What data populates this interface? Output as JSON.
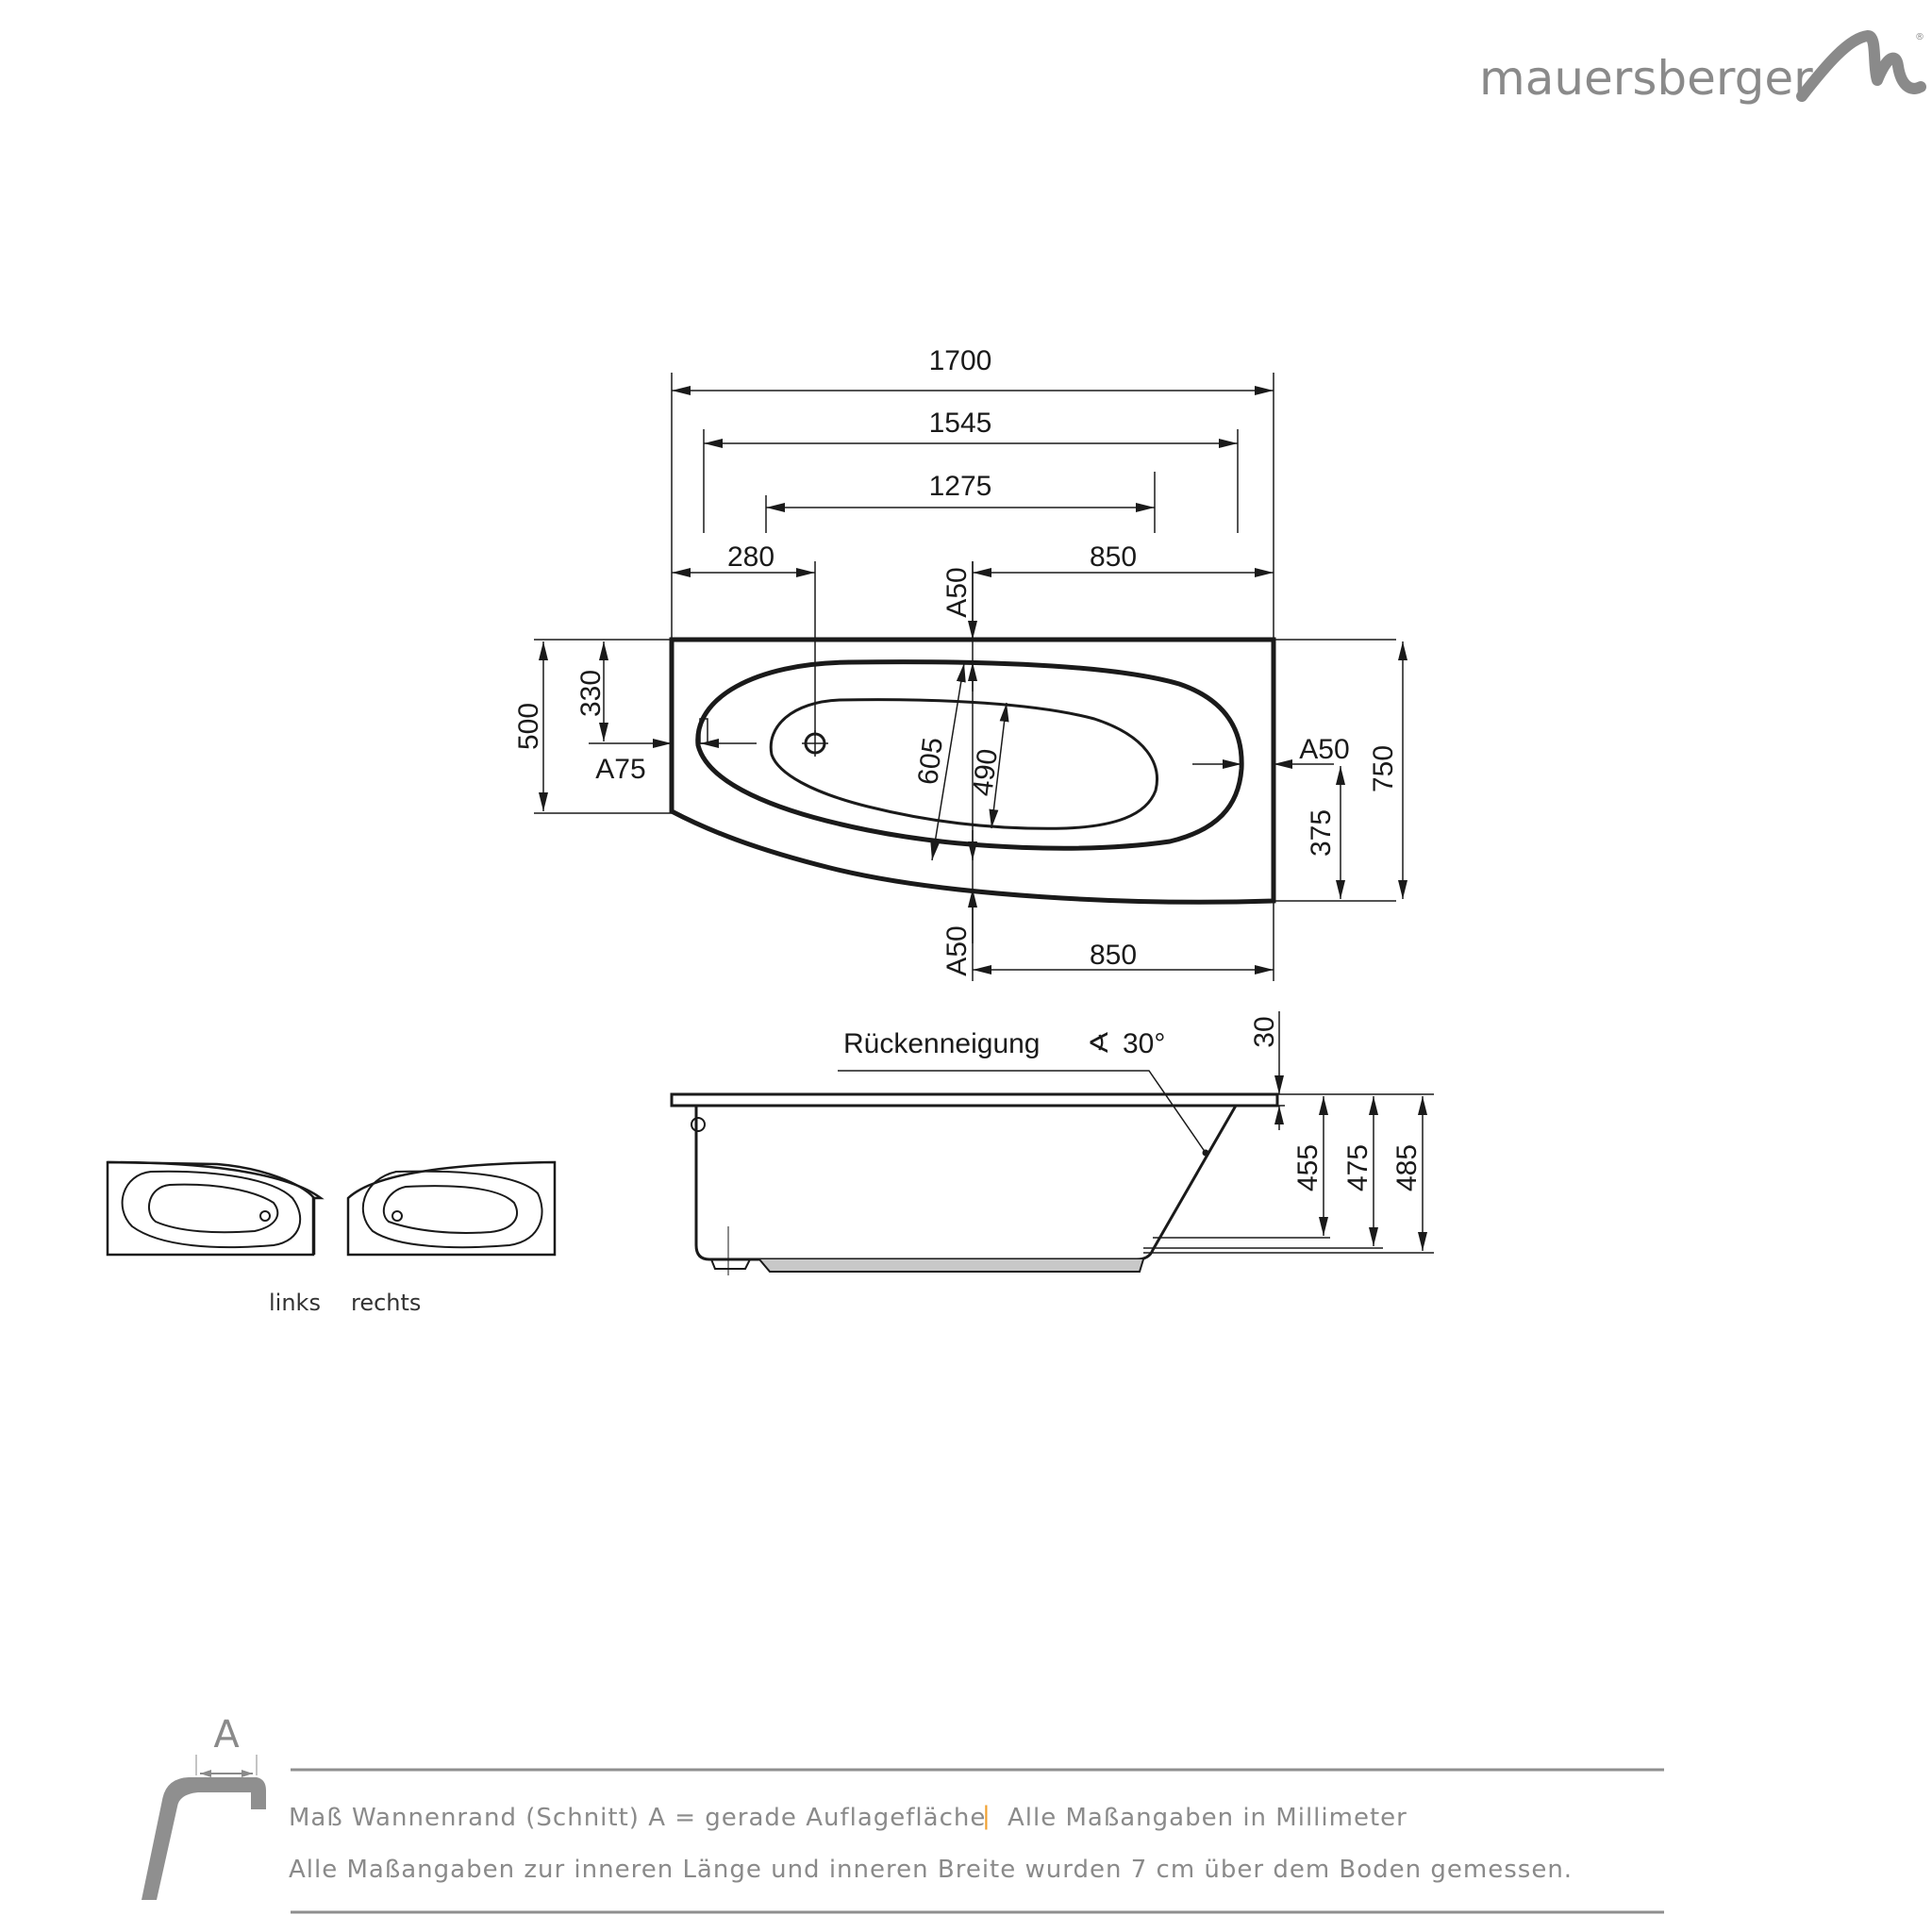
{
  "brand": {
    "name": "mauersberger",
    "registered": "®",
    "logo_color": "#8a8a8a"
  },
  "top_view": {
    "dimensions": {
      "overall_length": "1700",
      "inner_length_upper": "1545",
      "inner_length_base": "1275",
      "drain_offset": "280",
      "top_right_segment": "850",
      "bottom_right_segment": "850",
      "left_height": "500",
      "drain_height": "330",
      "right_half_height": "375",
      "overall_width": "750",
      "inner_width_upper": "605",
      "inner_width_base": "490"
    },
    "rim_labels": {
      "left": "A75",
      "right": "A50",
      "top": "A50",
      "bottom": "A50"
    }
  },
  "side_view": {
    "annotation": "Rückenneigung",
    "angle_symbol": "∢",
    "angle": "30°",
    "dimensions": {
      "rim_thickness": "30",
      "depth_inner": "455",
      "depth_mid": "475",
      "depth_total": "485"
    }
  },
  "variants": {
    "left_label": "links",
    "right_label": "rechts"
  },
  "legend": {
    "symbol_label": "A",
    "line1_part1": "Maß Wannenrand (Schnitt) A = gerade Auflagefläche",
    "separator": "|",
    "line1_part2": "Alle Maßangaben in Millimeter",
    "line2": "Alle Maßangaben zur inneren Länge und inneren Breite wurden 7 cm über dem Boden gemessen.",
    "separator_color": "#f0a030",
    "text_color": "#8a8a8a"
  }
}
